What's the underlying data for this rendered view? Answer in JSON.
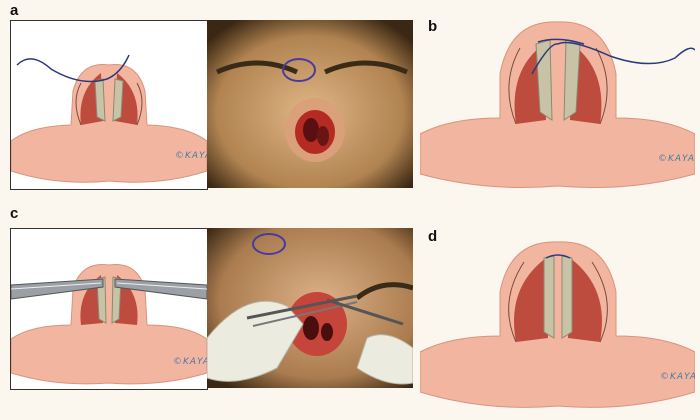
{
  "figure": {
    "panel_labels": [
      "a",
      "b",
      "c",
      "d"
    ],
    "signature": "©KAYA"
  },
  "colors": {
    "skin": "#f2b6a0",
    "skin_shade": "#e49c85",
    "cartilage": "#c8c3a6",
    "mucosa": "#e0443a",
    "suture": "#2b3a7a",
    "page_bg": "#fbf6ee"
  },
  "icons": {
    "suture": "suture-thread",
    "forceps": "forceps-instrument"
  }
}
